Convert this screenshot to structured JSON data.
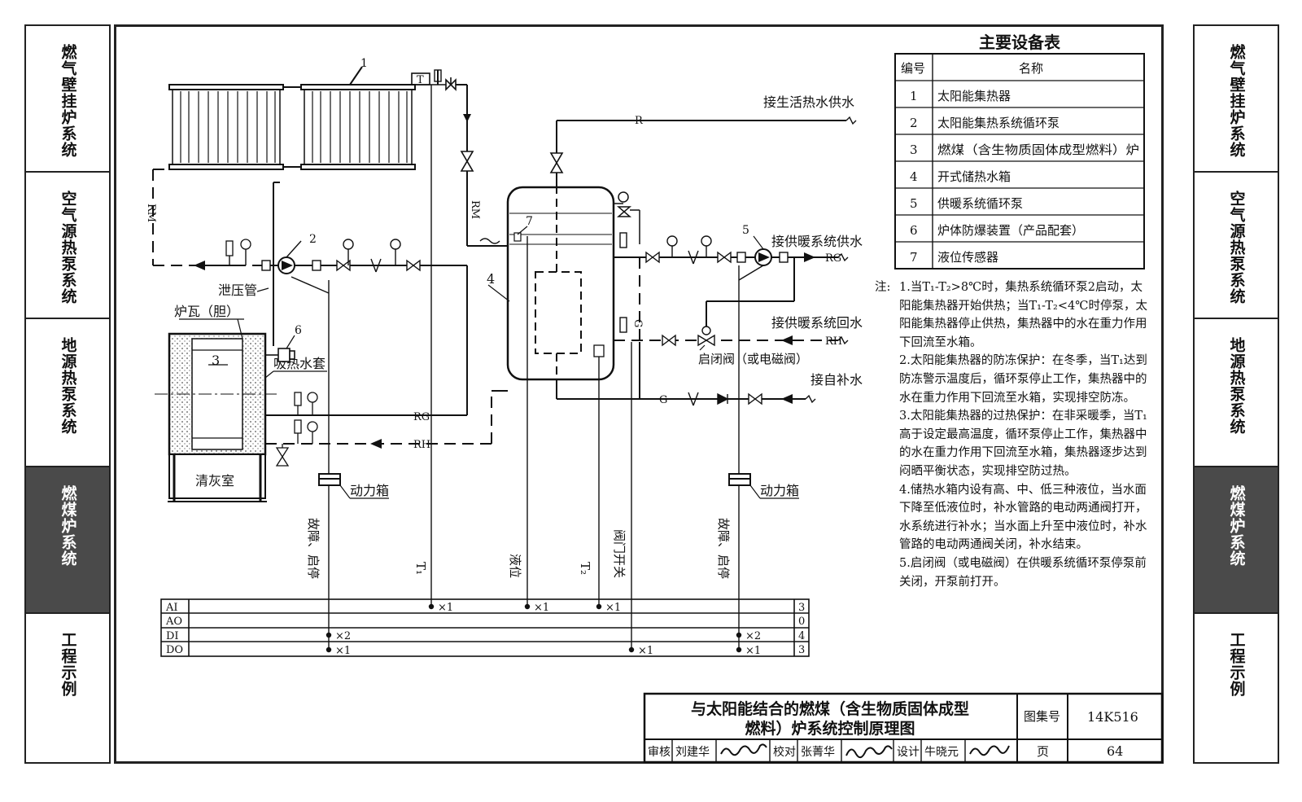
{
  "left_tabs": [
    "燃气壁挂炉系统",
    "空气源热泵系统",
    "地源热泵系统",
    "燃煤炉系统",
    "工程示例"
  ],
  "right_tabs": [
    "燃气壁挂炉系统",
    "空气源热泵系统",
    "地源热泵系统",
    "燃煤炉系统",
    "工程示例"
  ],
  "active_tab": "燃煤炉系统",
  "equipment_table": {
    "title": "主要设备表",
    "headers": [
      "编号",
      "名称"
    ],
    "rows": [
      [
        "1",
        "太阳能集热器"
      ],
      [
        "2",
        "太阳能集热系统循环泵"
      ],
      [
        "3",
        "燃煤（含生物质固体成型燃料）炉"
      ],
      [
        "4",
        "开式储热水箱"
      ],
      [
        "5",
        "供暖系统循环泵"
      ],
      [
        "6",
        "炉体防爆装置（产品配套）"
      ],
      [
        "7",
        "液位传感器"
      ]
    ]
  },
  "notes": {
    "label": "注:",
    "items": [
      "1.当T₁-T₂>8℃时，集热系统循环泵2启动，太阳能集热器开始供热；当T₁-T₂<4℃时停泵，太阳能集热器停止供热，集热器中的水在重力作用下回流至水箱。",
      "2.太阳能集热器的防冻保护：在冬季，当T₁达到防冻警示温度后，循环泵停止工作，集热器中的水在重力作用下回流至水箱，实现排空防冻。",
      "3.太阳能集热器的过热保护：在非采暖季，当T₁高于设定最高温度，循环泵停止工作，集热器中的水在重力作用下回流至水箱，集热器逐步达到闷晒平衡状态，实现排空防过热。",
      "4.储热水箱内设有高、中、低三种液位，当水面下降至低液位时，补水管路的电动两通阀打开，水系统进行补水；当水面上升至中液位时，补水管路的电动两通阀关闭，补水结束。",
      "5.启闭阀（或电磁阀）在供暖系统循环泵停泵前关闭，开泵前打开。"
    ]
  },
  "diagram_labels": {
    "item_numbers": [
      "1",
      "2",
      "3",
      "4",
      "5",
      "6",
      "7"
    ],
    "domestic_hot_water": "接生活热水供水",
    "heating_supply": "接供暖系统供水",
    "heating_return": "接供暖系统回水",
    "makeup_water": "接自补水",
    "pressure_relief": "泄压管",
    "furnace_liner": "炉瓦（胆）",
    "water_jacket": "吸热水套",
    "ash_room": "清灰室",
    "power_box": "动力箱",
    "on_off_valve": "启闭阀（或电磁阀）",
    "pipe_R": "R",
    "pipe_RM": "RM",
    "pipe_RG": "RG",
    "pipe_RH": "RH",
    "pipe_G": "G",
    "sensor_T": "T",
    "signals": {
      "fault_start_stop": "故障、启停",
      "t1": "T₁",
      "level": "液位",
      "t2": "T₂",
      "valve_switch": "阀门开关"
    }
  },
  "io_table": {
    "rows": [
      {
        "label": "AI",
        "total": "3"
      },
      {
        "label": "AO",
        "total": "0"
      },
      {
        "label": "DI",
        "total": "4"
      },
      {
        "label": "DO",
        "total": "3"
      }
    ],
    "marks": [
      "×1",
      "×1",
      "×1",
      "×2",
      "×2",
      "×1",
      "×1",
      "×1"
    ]
  },
  "title_block": {
    "title_line1": "与太阳能结合的燃煤（含生物质固体成型",
    "title_line2": "燃料）炉系统控制原理图",
    "atlas_label": "图集号",
    "atlas_no": "14K516",
    "review_label": "审核",
    "reviewer": "刘建华",
    "check_label": "校对",
    "checker": "张菁华",
    "design_label": "设计",
    "designer": "牛晓元",
    "page_label": "页",
    "page_no": "64"
  }
}
